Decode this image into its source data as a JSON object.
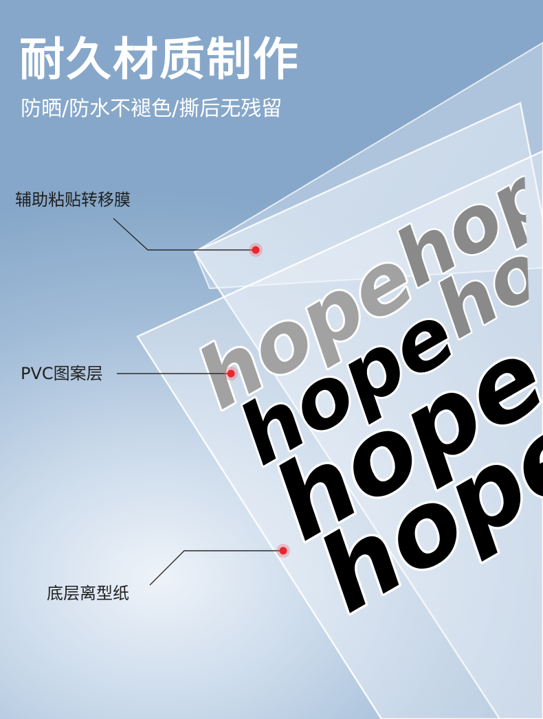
{
  "header": {
    "title": "耐久材质制作",
    "subtitle": "防晒/防水不褪色/撕后无残留"
  },
  "layers": [
    {
      "label": "辅助粘贴转移膜"
    },
    {
      "label": "PVC图案层"
    },
    {
      "label": "底层离型纸"
    }
  ],
  "decal": {
    "text": "hope",
    "colors": {
      "ink": "#000000",
      "grey": "#808080",
      "outline": "#ffffff"
    }
  },
  "colors": {
    "marker": "#e8262e",
    "background": "#86a7c9",
    "text": "#ffffff"
  }
}
